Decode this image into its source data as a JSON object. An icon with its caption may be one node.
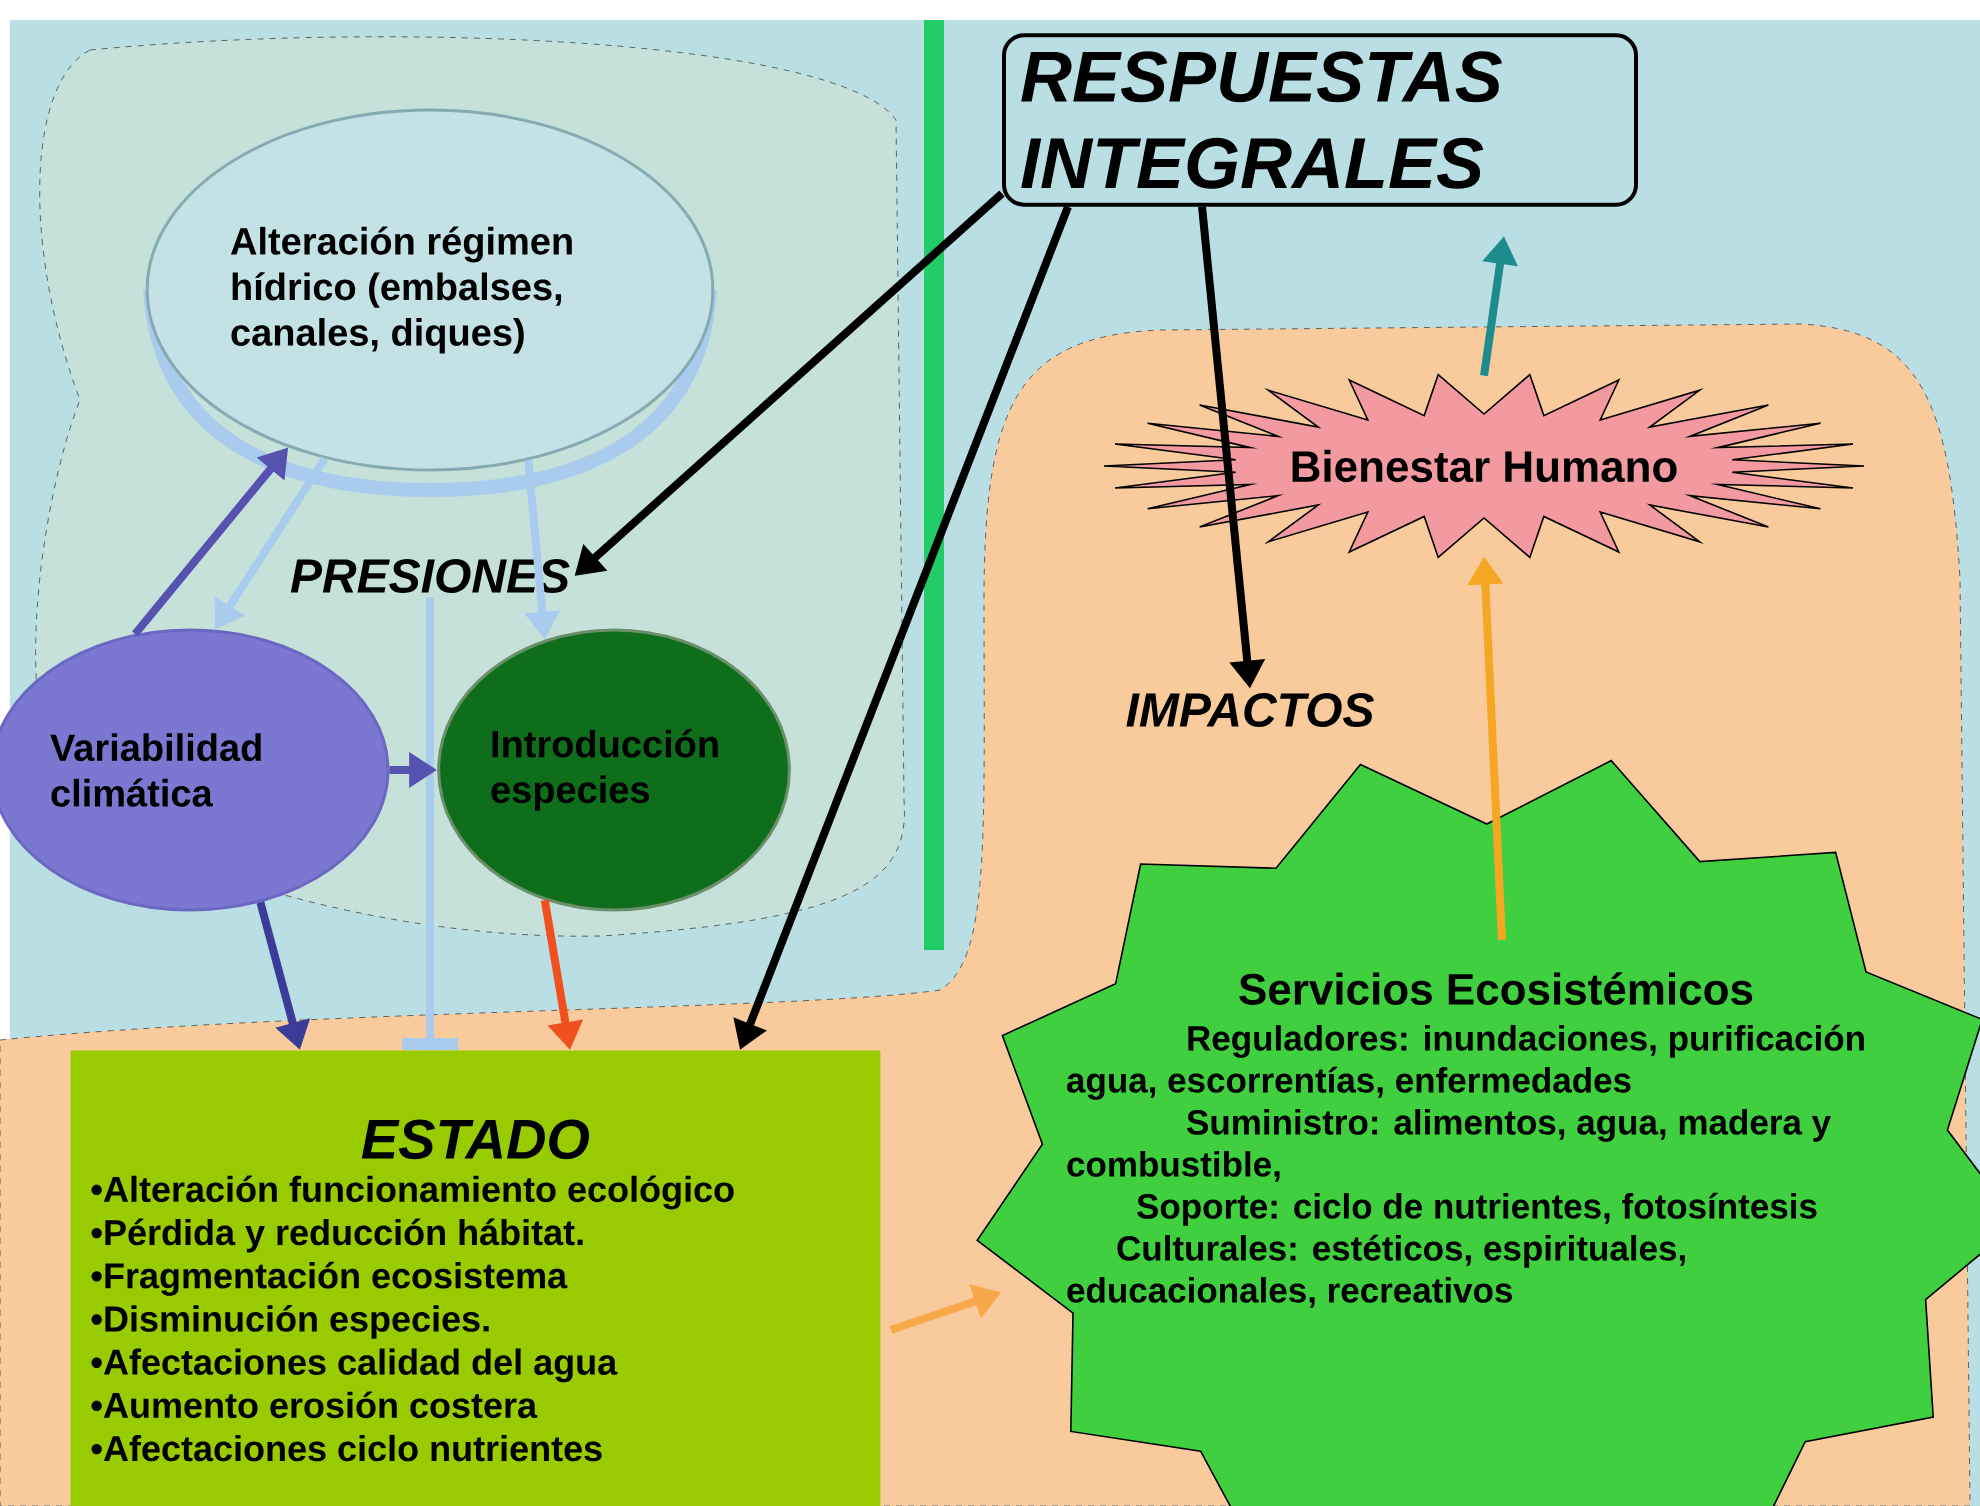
{
  "diagram": {
    "nodes": [
      {
        "text": [
          "RESPUESTAS INTEGRALES"
        ]
      },
      {
        "text": [
          "Alteración régimen hídrico (embalses, canales, diques)"
        ]
      },
      {
        "text": [
          "PRESIONES"
        ]
      },
      {
        "text": [
          "Variabilidad climática"
        ]
      },
      {
        "text": [
          "Introducción especies"
        ]
      },
      {
        "text": [
          "ESTADO",
          "•Alteración funcionamiento ecológico",
          "•Pérdida y reducción hábitat.",
          "•Fragmentación ecosistema",
          "•Disminución especies.",
          "•Afectaciones calidad del agua",
          "•Aumento erosión costera",
          "•Afectaciones ciclo nutrientes"
        ]
      },
      {
        "text": [
          "IMPACTOS"
        ]
      },
      {
        "text": [
          "Bienestar Humano"
        ]
      },
      {
        "text": [
          "Servicios Ecosistémicos",
          "Reguladores: inundaciones, purificación agua, escorrentías, enfermedades",
          "Suministro: alimentos, agua, madera y combustible,",
          "Soporte: ciclo de nutrientes, fotosíntesis",
          "Culturales: estéticos, espirituales, educacionales, recreativos"
        ]
      }
    ],
    "edges": [
      {
        "from": 0,
        "to": 2,
        "arrow": "to"
      },
      {
        "from": 0,
        "to": 5,
        "arrow": "to"
      },
      {
        "from": 0,
        "to": 6,
        "arrow": "to"
      },
      {
        "from": 3,
        "to": 1,
        "arrow": "to",
        "color": "#5552b0"
      },
      {
        "from": 1,
        "to": 3,
        "arrow": "to",
        "color": "#a9ccee"
      },
      {
        "from": 1,
        "to": 4,
        "arrow": "to",
        "color": "#a9ccee"
      },
      {
        "from": 2,
        "to": 5,
        "arrow": "other",
        "color": "#a9ccee"
      },
      {
        "from": 3,
        "to": 4,
        "arrow": "to",
        "color": "#5552b0"
      },
      {
        "from": 3,
        "to": 5,
        "arrow": "to",
        "color": "#3b3b98"
      },
      {
        "from": 4,
        "to": 5,
        "arrow": "to",
        "color": "#f0501e"
      },
      {
        "from": 5,
        "to": 8,
        "arrow": "to",
        "color": "#f6a84a"
      },
      {
        "from": 8,
        "to": 7,
        "arrow": "to",
        "color": "#f5a623"
      },
      {
        "from": 7,
        "to": null,
        "arrow": "to",
        "color": "#1e8c8c"
      }
    ]
  }
}
